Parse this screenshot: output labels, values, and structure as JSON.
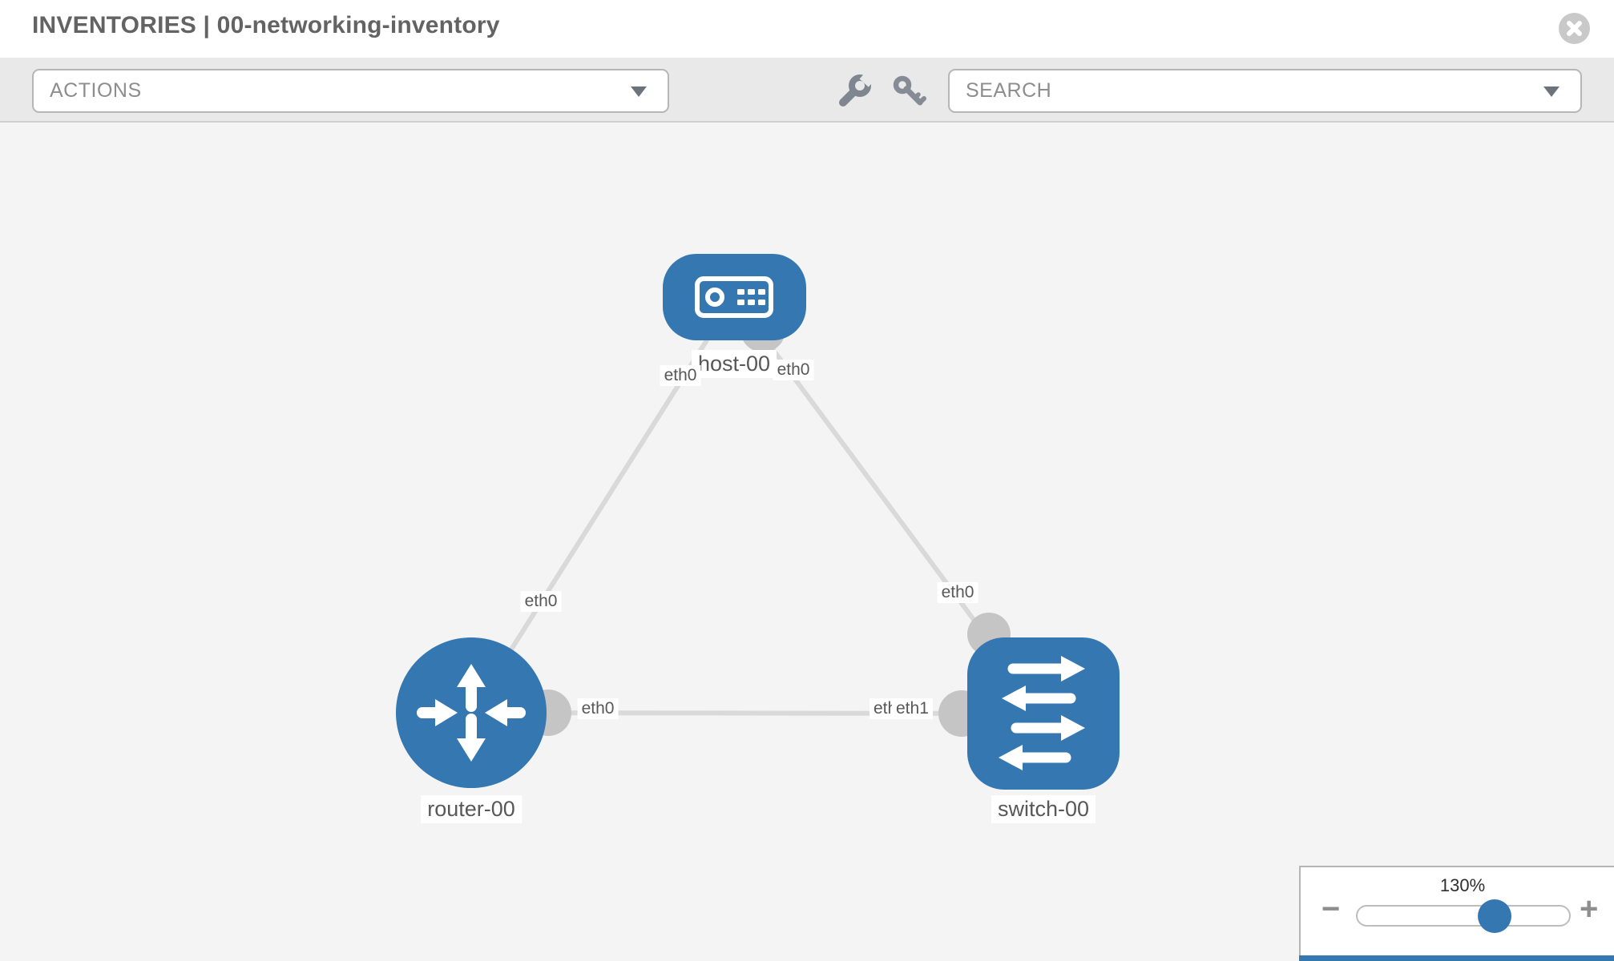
{
  "header": {
    "title": "INVENTORIES | 00-networking-inventory"
  },
  "toolbar": {
    "actions_label": "ACTIONS",
    "search_label": "SEARCH"
  },
  "topology": {
    "node_labels": {
      "host": "host-00",
      "router": "router-00",
      "switch": "switch-00"
    },
    "node_types": {
      "host": "host",
      "router": "router",
      "switch": "switch"
    },
    "port_labels": {
      "host_left": "eth0",
      "host_right": "eth0",
      "router_top": "eth0",
      "router_right": "eth0",
      "switch_top": "eth0",
      "switch_left_under": "eth0",
      "switch_left_over": "eth1"
    },
    "links": [
      {
        "from": "host-00",
        "to": "router-00",
        "from_if": "eth0",
        "to_if": "eth0"
      },
      {
        "from": "host-00",
        "to": "switch-00",
        "from_if": "eth0",
        "to_if": "eth0"
      },
      {
        "from": "router-00",
        "to": "switch-00",
        "from_if": "eth0",
        "to_if": "eth1"
      }
    ]
  },
  "zoom_control": {
    "value": "130%",
    "minus_label": "−",
    "plus_label": "+",
    "slider_percent": 65
  },
  "colors": {
    "node_blue": "#3577b1",
    "link_gray": "#d9d9d9",
    "endpoint_gray": "#c5c5c5",
    "toolbar_bg": "#e9e9e9",
    "canvas_bg": "#f4f4f4"
  }
}
